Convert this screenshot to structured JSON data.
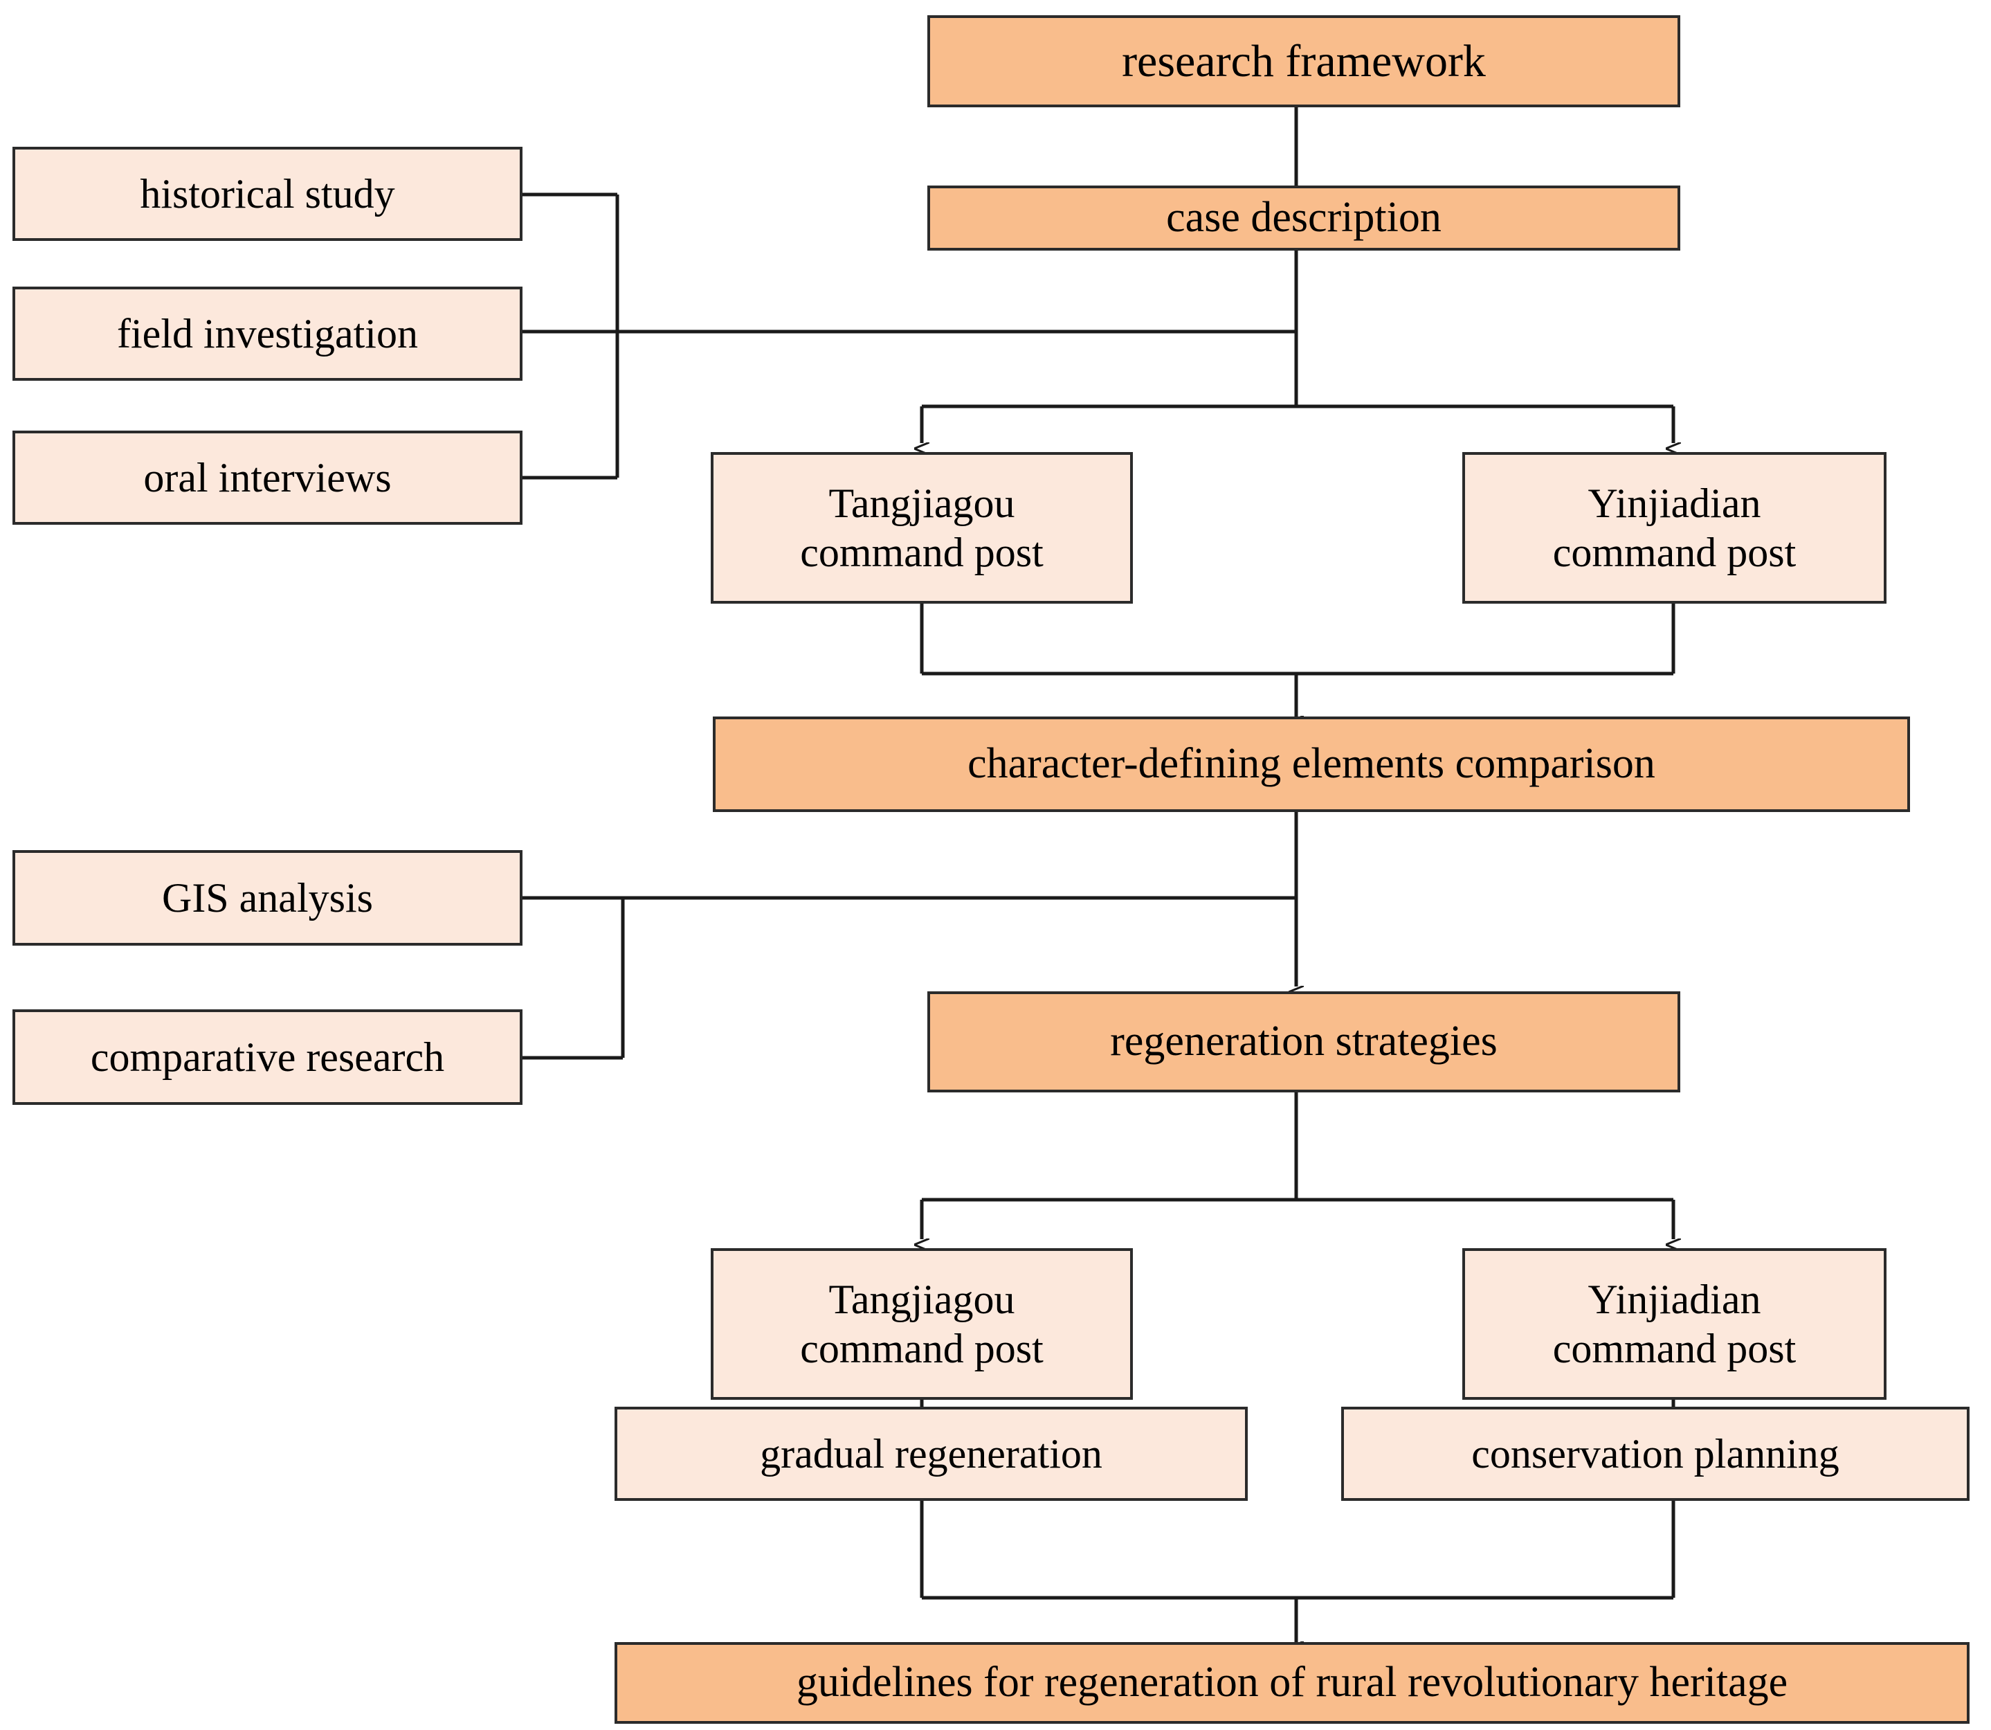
{
  "diagram": {
    "title": "research framework flowchart",
    "colors": {
      "primary_node_fill": "#f9bd8c",
      "secondary_node_fill": "#fce8dc",
      "border": "#2b2b2b",
      "connector": "#1a1a1a",
      "background": "#ffffff"
    },
    "nodes": {
      "research_framework": "research framework",
      "case_description": "case description",
      "historical_study": "historical study",
      "field_investigation": "field investigation",
      "oral_interviews": "oral interviews",
      "tangjiagou_top": "Tangjiagou\ncommand post",
      "yinjiadian_top": "Yinjiadian\ncommand post",
      "cde_comparison": "character-defining elements comparison",
      "gis_analysis": "GIS analysis",
      "comparative_research": "comparative research",
      "regeneration_strategies": "regeneration strategies",
      "tangjiagou_bottom": "Tangjiagou\ncommand post",
      "yinjiadian_bottom": "Yinjiadian\ncommand post",
      "gradual_regeneration": "gradual regeneration",
      "conservation_planning": "conservation planning",
      "guidelines": "guidelines for regeneration of rural revolutionary heritage"
    },
    "flow": [
      "research framework -> case description",
      "case description -> Tangjiagou command post",
      "case description -> Yinjiadian command post",
      "historical study / field investigation / oral interviews -> case description branch",
      "Tangjiagou command post + Yinjiadian command post -> character-defining elements comparison",
      "character-defining elements comparison -> regeneration strategies",
      "GIS analysis / comparative research -> regeneration strategies branch",
      "regeneration strategies -> Tangjiagou command post",
      "regeneration strategies -> Yinjiadian command post",
      "Tangjiagou command post -> gradual regeneration",
      "Yinjiadian command post -> conservation planning",
      "gradual regeneration + conservation planning -> guidelines for regeneration of rural revolutionary heritage"
    ]
  }
}
